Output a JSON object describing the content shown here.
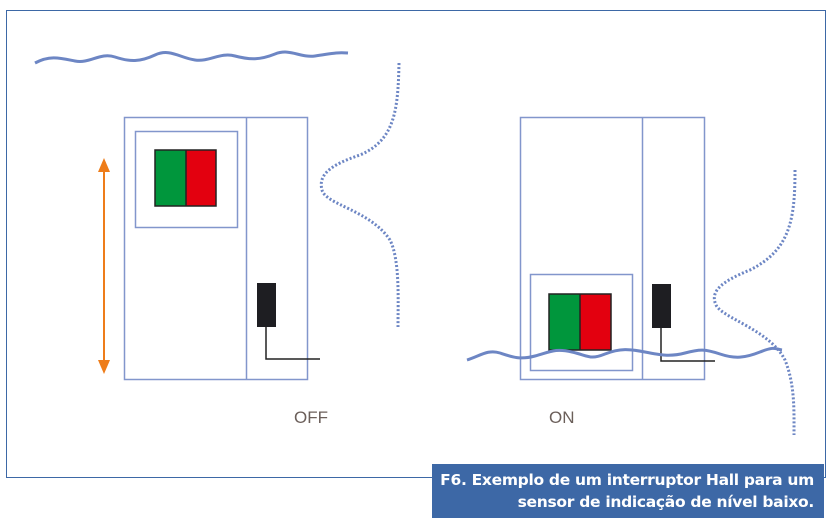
{
  "labels": {
    "off": "OFF",
    "on": "ON"
  },
  "caption": {
    "line1": "F6. Exemplo de um interruptor Hall para um",
    "line2": "sensor de indicação de nível baixo."
  },
  "colors": {
    "frame": "#3d68a6",
    "box": "#8296cc",
    "wave": "#6d86c4",
    "magnet_north": "#00963c",
    "magnet_south": "#e3000f",
    "sensor": "#1e1e22",
    "arrow": "#ee7d1a"
  }
}
